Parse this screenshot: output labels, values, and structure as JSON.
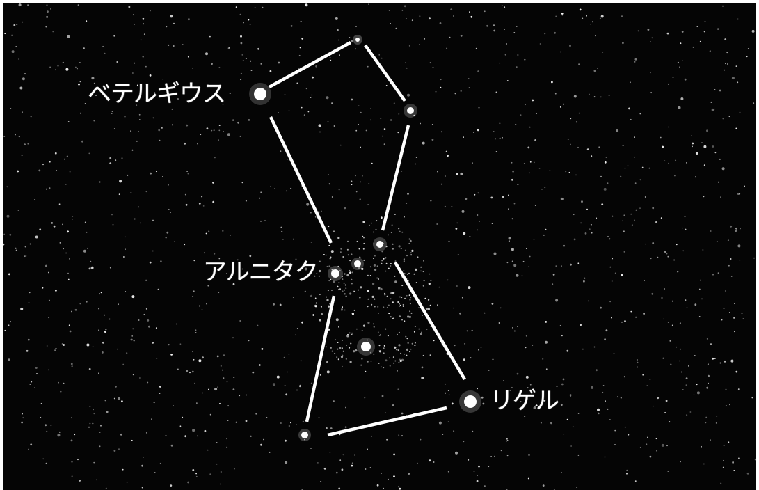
{
  "labels": {
    "betelgeuse": "ベテルギウス",
    "alnitak": "アルニタク",
    "rigel": "リゲル"
  },
  "colors": {
    "sky": "#050505",
    "lines": "#ffffff",
    "stars": "#f2f2f2"
  }
}
